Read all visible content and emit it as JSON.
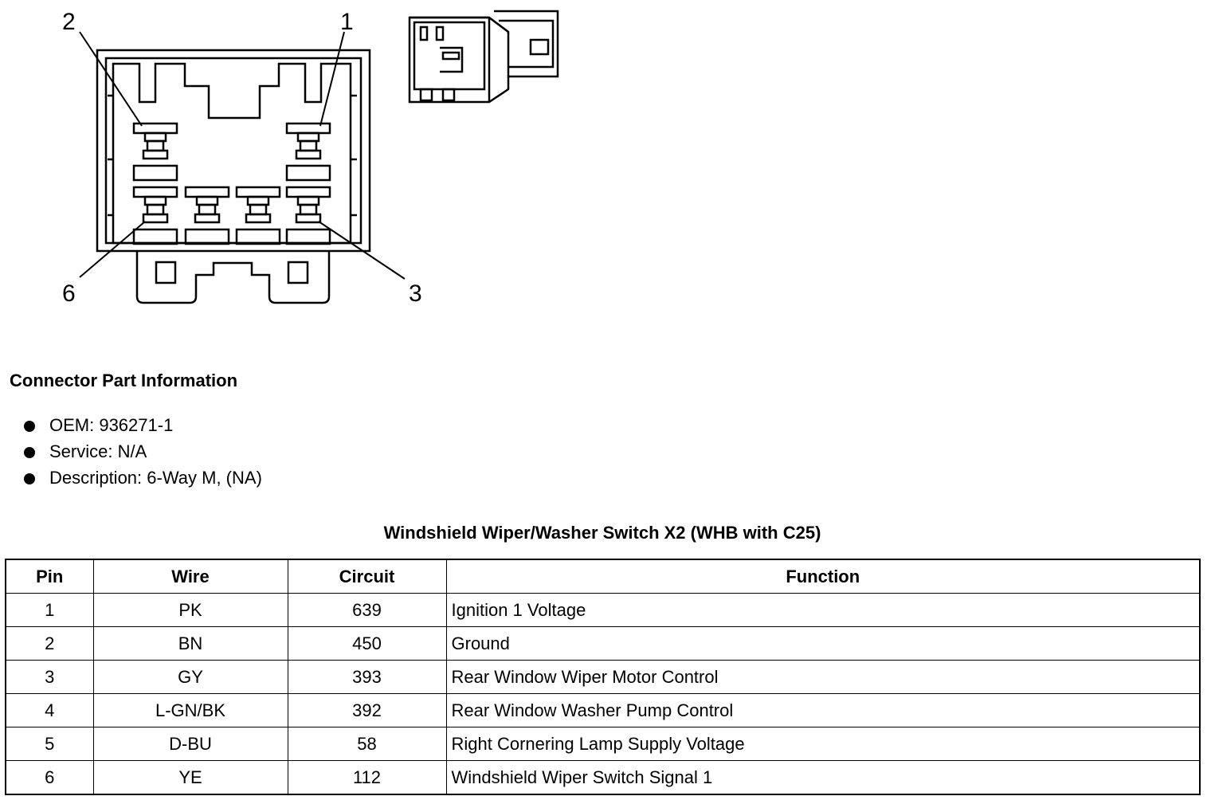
{
  "diagram": {
    "callouts": [
      "2",
      "1",
      "6",
      "3"
    ]
  },
  "part_info": {
    "heading": "Connector Part Information",
    "items": [
      "OEM: 936271-1",
      "Service: N/A",
      "Description: 6-Way M, (NA)"
    ]
  },
  "table": {
    "title": "Windshield Wiper/Washer Switch X2 (WHB with C25)",
    "headers": [
      "Pin",
      "Wire",
      "Circuit",
      "Function"
    ],
    "rows": [
      [
        "1",
        "PK",
        "639",
        "Ignition 1 Voltage"
      ],
      [
        "2",
        "BN",
        "450",
        "Ground"
      ],
      [
        "3",
        "GY",
        "393",
        "Rear Window Wiper Motor Control"
      ],
      [
        "4",
        "L-GN/BK",
        "392",
        "Rear Window Washer Pump Control"
      ],
      [
        "5",
        "D-BU",
        "58",
        "Right Cornering Lamp Supply Voltage"
      ],
      [
        "6",
        "YE",
        "112",
        "Windshield Wiper Switch Signal 1"
      ]
    ]
  }
}
